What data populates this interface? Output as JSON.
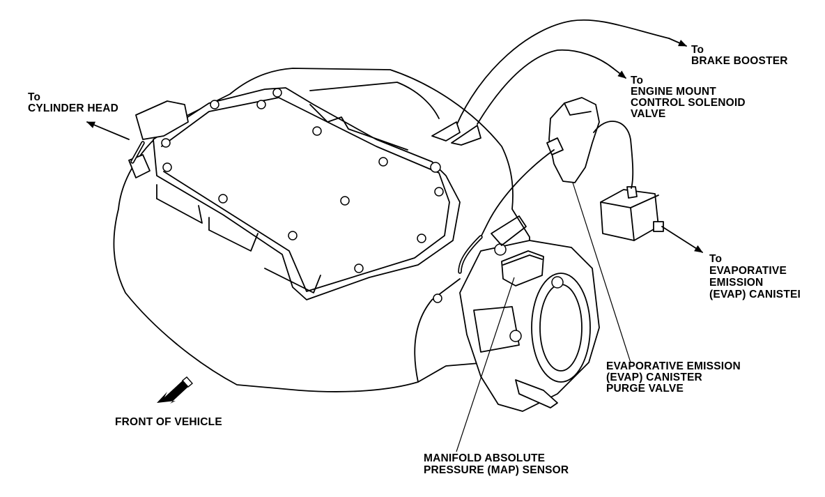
{
  "labels": {
    "cylinder_head": [
      "To",
      "CYLINDER HEAD"
    ],
    "brake_booster": [
      "To",
      "BRAKE BOOSTER"
    ],
    "engine_mount": [
      "To",
      "ENGINE MOUNT",
      "CONTROL SOLENOID",
      "VALVE"
    ],
    "evap_canister": [
      "To",
      "EVAPORATIVE",
      "EMISSION",
      "(EVAP) CANISTEI"
    ],
    "purge_valve": [
      "EVAPORATIVE EMISSION",
      "(EVAP) CANISTER",
      "PURGE VALVE"
    ],
    "map_sensor": [
      "MANIFOLD ABSOLUTE",
      "PRESSURE (MAP) SENSOR"
    ],
    "front_of_vehicle": "FRONT OF VEHICLE"
  },
  "icons": [
    "arrow-icon",
    "front-arrow-icon"
  ],
  "colors": {
    "ink": "#000000",
    "paper": "#ffffff"
  }
}
